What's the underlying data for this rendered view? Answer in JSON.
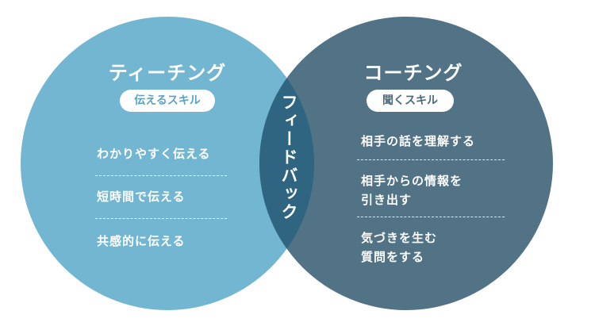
{
  "colors": {
    "left_circle": "#73b6d1",
    "right_circle": "#527385",
    "overlap": "#2f6580",
    "left_pill_text": "#5aa3c0",
    "right_pill_text": "#4c6a7b"
  },
  "left": {
    "title": "ティーチング",
    "pill": "伝えるスキル",
    "items": [
      "わかりやすく伝える",
      "短時間で伝える",
      "共感的に伝える"
    ]
  },
  "right": {
    "title": "コーチング",
    "pill": "聞くスキル",
    "items": [
      {
        "line1": "相手の話を理解する",
        "line2": ""
      },
      {
        "line1": "相手からの情報を",
        "line2": "引き出す"
      },
      {
        "line1": "気づきを生む",
        "line2": "質問をする"
      }
    ]
  },
  "overlap": {
    "label": "フィードバック"
  }
}
